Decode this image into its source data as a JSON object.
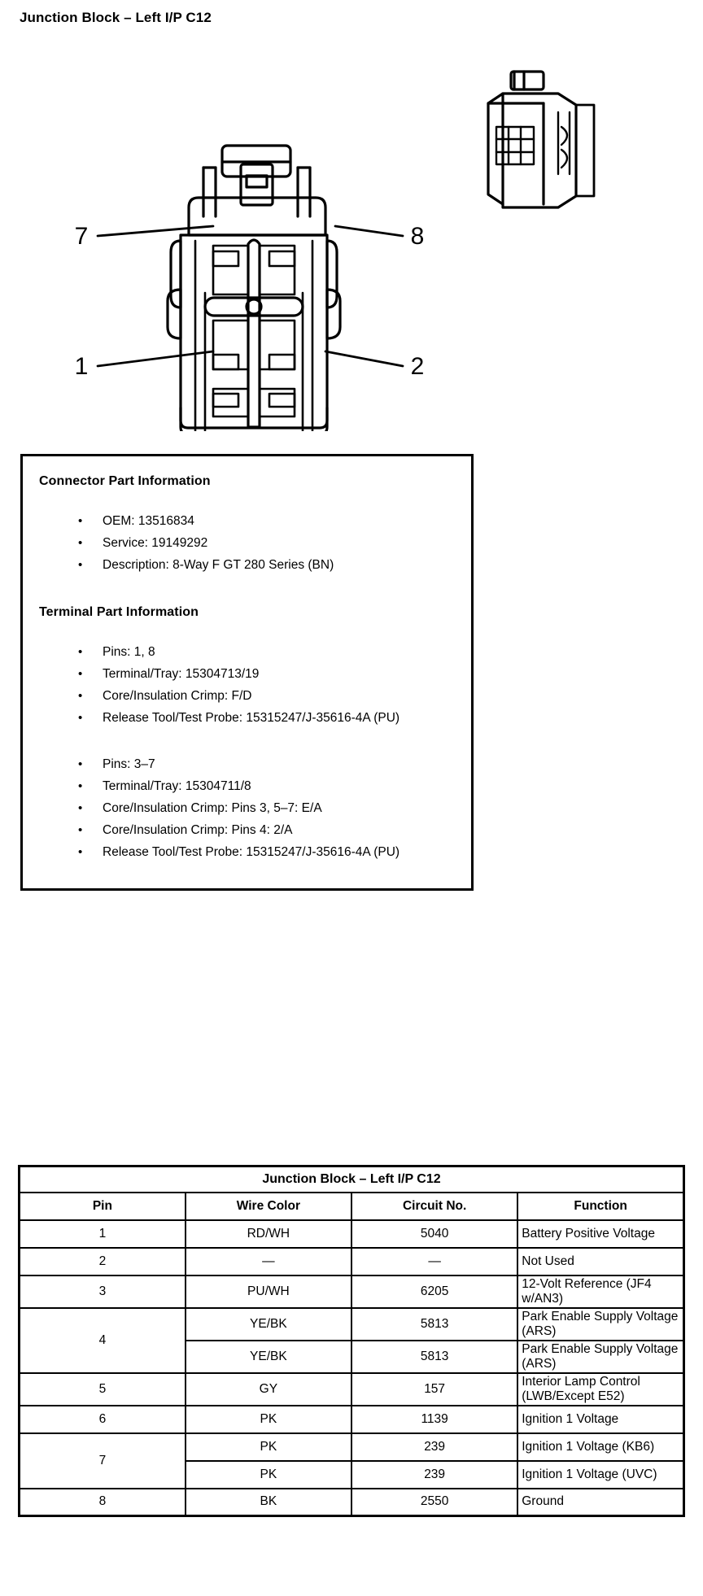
{
  "page_title": "Junction Block – Left I/P C12",
  "figure": {
    "name": "connector-face-view-diagram",
    "callouts": [
      {
        "label": "7",
        "position": "left-upper"
      },
      {
        "label": "8",
        "position": "right-upper"
      },
      {
        "label": "1",
        "position": "left-lower"
      },
      {
        "label": "2",
        "position": "right-lower"
      }
    ],
    "inset_name": "connector-side-view"
  },
  "info_box": {
    "connector_heading": "Connector Part Information",
    "connector_items": [
      "OEM: 13516834",
      "Service: 19149292",
      "Description: 8-Way F GT 280 Series (BN)"
    ],
    "terminal_heading": "Terminal Part Information",
    "terminal_group_1": [
      "Pins: 1, 8",
      "Terminal/Tray: 15304713/19",
      "Core/Insulation Crimp: F/D",
      "Release Tool/Test Probe: 15315247/J-35616-4A (PU)"
    ],
    "terminal_group_2": [
      "Pins: 3–7",
      "Terminal/Tray: 15304711/8",
      "Core/Insulation Crimp: Pins 3, 5–7: E/A",
      "Core/Insulation Crimp: Pins 4: 2/A",
      "Release Tool/Test Probe: 15315247/J-35616-4A (PU)"
    ],
    "bullet_glyph": "•"
  },
  "pin_table": {
    "title": "Junction Block – Left I/P C12",
    "columns": [
      "Pin",
      "Wire Color",
      "Circuit No.",
      "Function"
    ],
    "rows": [
      {
        "pin": "1",
        "rowspan": 1,
        "color": "RD/WH",
        "circuit": "5040",
        "function": "Battery Positive Voltage"
      },
      {
        "pin": "2",
        "rowspan": 1,
        "color": "—",
        "circuit": "—",
        "function": "Not Used"
      },
      {
        "pin": "3",
        "rowspan": 1,
        "color": "PU/WH",
        "circuit": "6205",
        "function": "12-Volt Reference (JF4 w/AN3)"
      },
      {
        "pin": "4",
        "rowspan": 2,
        "color": "YE/BK",
        "circuit": "5813",
        "function": "Park Enable Supply Voltage (ARS)"
      },
      {
        "pin": "",
        "rowspan": 0,
        "color": "YE/BK",
        "circuit": "5813",
        "function": "Park Enable Supply Voltage (ARS)"
      },
      {
        "pin": "5",
        "rowspan": 1,
        "color": "GY",
        "circuit": "157",
        "function": "Interior Lamp Control (LWB/Except E52)"
      },
      {
        "pin": "6",
        "rowspan": 1,
        "color": "PK",
        "circuit": "1139",
        "function": "Ignition 1 Voltage"
      },
      {
        "pin": "7",
        "rowspan": 2,
        "color": "PK",
        "circuit": "239",
        "function": "Ignition 1 Voltage (KB6)"
      },
      {
        "pin": "",
        "rowspan": 0,
        "color": "PK",
        "circuit": "239",
        "function": "Ignition 1 Voltage (UVC)"
      },
      {
        "pin": "8",
        "rowspan": 1,
        "color": "BK",
        "circuit": "2550",
        "function": "Ground"
      }
    ]
  }
}
